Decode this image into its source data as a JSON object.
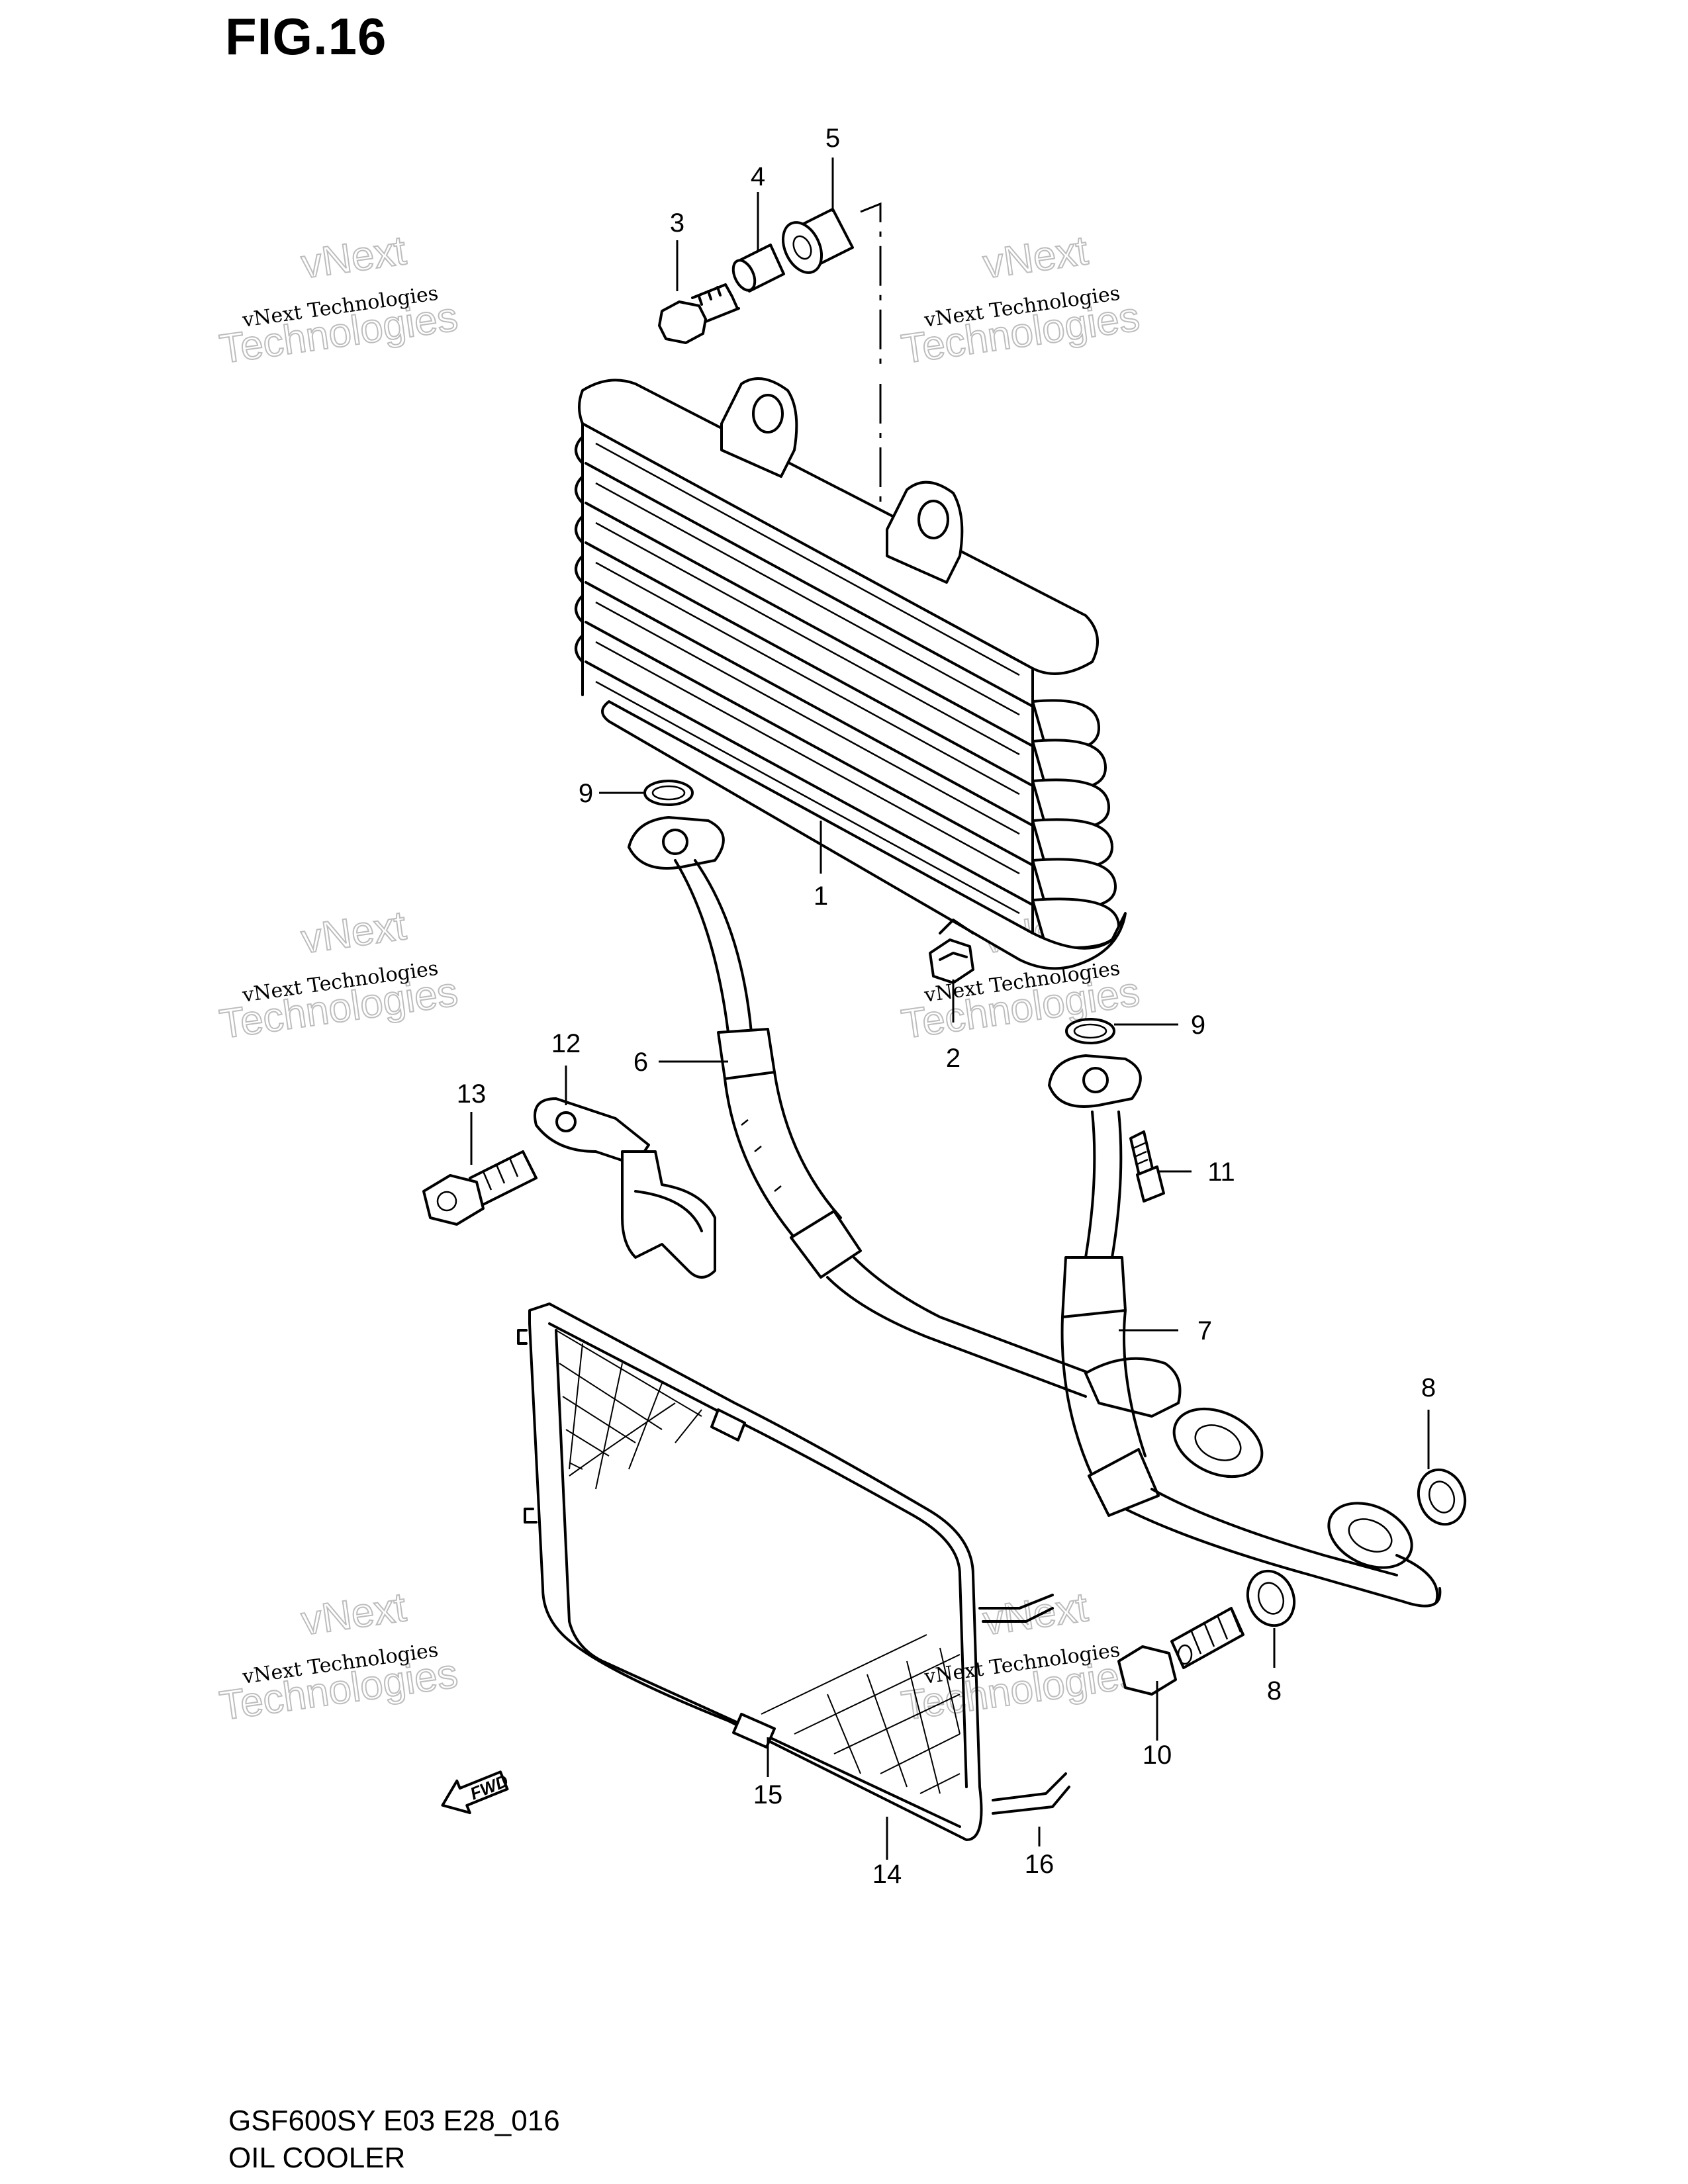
{
  "figure": {
    "title": "FIG.16"
  },
  "footer": {
    "model_code": "GSF600SY E03 E28_016",
    "assembly_name": "OIL COOLER"
  },
  "fwd_label": "FWD",
  "watermark": {
    "company": "vNext Technologies",
    "big_word1": "vNext",
    "big_word2": "Technologies"
  },
  "callouts": [
    "1",
    "2",
    "3",
    "4",
    "5",
    "6",
    "7",
    "8",
    "8",
    "9",
    "9",
    "10",
    "11",
    "12",
    "13",
    "14",
    "15",
    "16"
  ]
}
